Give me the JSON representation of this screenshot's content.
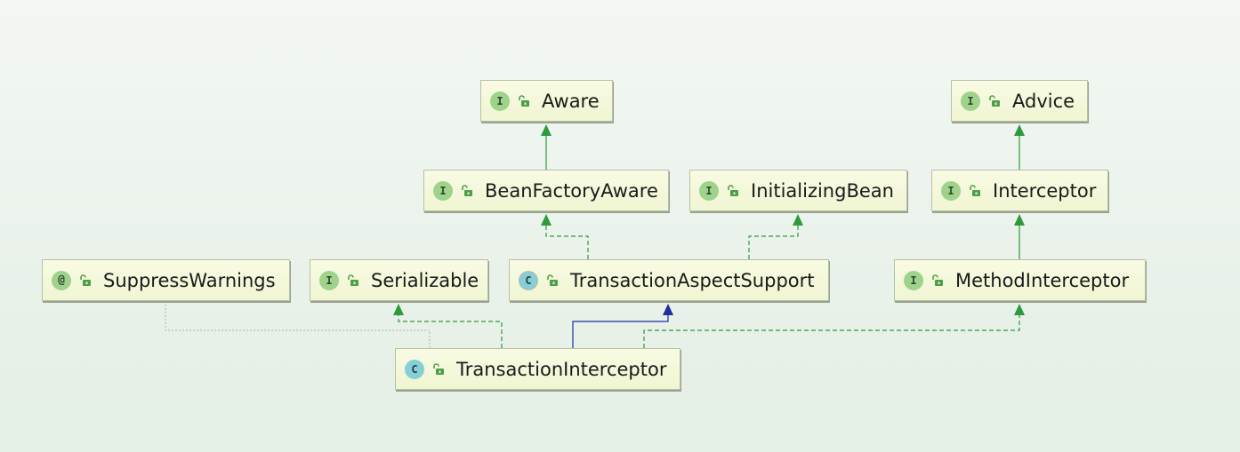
{
  "nodes": {
    "aware": {
      "name": "Aware",
      "kind": "I",
      "icon": "interface-icon"
    },
    "advice": {
      "name": "Advice",
      "kind": "I",
      "icon": "interface-icon"
    },
    "bean_factory_aware": {
      "name": "BeanFactoryAware",
      "kind": "I",
      "icon": "interface-icon"
    },
    "initializing_bean": {
      "name": "InitializingBean",
      "kind": "I",
      "icon": "interface-icon"
    },
    "interceptor": {
      "name": "Interceptor",
      "kind": "I",
      "icon": "interface-icon"
    },
    "suppress_warnings": {
      "name": "SuppressWarnings",
      "kind": "@",
      "icon": "annotation-icon"
    },
    "serializable": {
      "name": "Serializable",
      "kind": "I",
      "icon": "interface-icon"
    },
    "transaction_aspect_support": {
      "name": "TransactionAspectSupport",
      "kind": "C",
      "icon": "abstract-class-icon"
    },
    "method_interceptor": {
      "name": "MethodInterceptor",
      "kind": "I",
      "icon": "interface-icon"
    },
    "transaction_interceptor": {
      "name": "TransactionInterceptor",
      "kind": "C",
      "icon": "class-icon"
    }
  },
  "colors": {
    "implements_edge": "#2e9a3c",
    "extends_edge": "#1f2f9e",
    "annotation_edge": "#a8b8a0",
    "node_fill": "#f3f7d6",
    "interface_badge": "#9fd38c",
    "class_badge": "#86cfd6",
    "access_icon": "#4f9e4a"
  }
}
